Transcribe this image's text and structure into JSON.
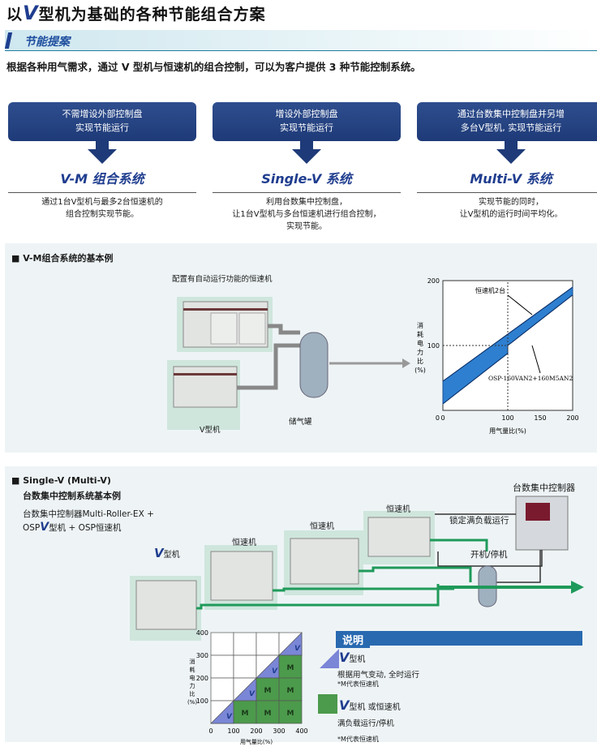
{
  "header": {
    "title_prefix": "以",
    "title_v": "V",
    "title_suffix": "型机为基础的各种节能组合方案",
    "section": "节能提案",
    "intro": "根据各种用气需求，通过 V 型机与恒速机的组合控制，可以为客户提供 3 种节能控制系统。"
  },
  "systems": [
    {
      "tile": "不需增设外部控制盘\n实现节能运行",
      "name": "V-M 组合系统",
      "desc": "通过1台V型机与最多2台恒速机的\n组合控制实现节能。"
    },
    {
      "tile": "增设外部控制盘\n实现节能运行",
      "name": "Single-V 系统",
      "desc": "利用台数集中控制盘，\n让1台V型机与多台恒速机进行组合控制，\n实现节能。"
    },
    {
      "tile": "通过台数集中控制盘并另增\n多台V型机, 实现节能运行",
      "name": "Multi-V 系统",
      "desc": "实现节能的同时，\n让V型机的运行时间平均化。"
    }
  ],
  "vm_example": {
    "heading": "■ V-M组合系统的基本例",
    "fixed_label": "配置有自动运行功能的恒速机",
    "v_label": "V型机",
    "tank_label": "储气罐"
  },
  "chart_data": [
    {
      "type": "area",
      "title": "",
      "xlabel": "用气量比(%)",
      "ylabel": "消耗电力比(%)",
      "xlim": [
        0,
        200
      ],
      "ylim": [
        0,
        200
      ],
      "xticks": [
        "0",
        "100",
        "150",
        "200"
      ],
      "yticks": [
        "100",
        "200"
      ],
      "series": [
        {
          "name": "恒速机2台",
          "x": [
            0,
            200
          ],
          "y": [
            45,
            190
          ]
        },
        {
          "name": "OSP-160VAN2+160M5AN2",
          "x": [
            0,
            100,
            100,
            200
          ],
          "y": [
            10,
            88,
            100,
            178
          ]
        }
      ],
      "annotations": [
        "恒速机2台",
        "OSP-160VAN2+160M5AN2"
      ]
    },
    {
      "type": "heatmap",
      "xlabel": "用气量比(%)",
      "ylabel": "消耗电力比(%)",
      "xticks": [
        "0",
        "100",
        "200",
        "300",
        "400"
      ],
      "yticks": [
        "100",
        "200",
        "300",
        "400"
      ],
      "cells": [
        [
          "",
          "",
          "",
          "V"
        ],
        [
          "",
          "",
          "V",
          "M"
        ],
        [
          "",
          "V",
          "M",
          "M"
        ],
        [
          "V",
          "M",
          "M",
          "M"
        ]
      ]
    }
  ],
  "sv_example": {
    "heading1": "■ Single-V (Multi-V)",
    "heading2": "台数集中控制系统基本例",
    "desc1": "台数集中控制器Multi-Roller-EX +",
    "desc2a": "OSP",
    "desc2v": "V",
    "desc2b": "型机 + OSP恒速机",
    "controller": "台数集中控制器",
    "fixed1": "恒速机",
    "fixed2": "恒速机",
    "fixed3": "恒速机",
    "v_mark": "V",
    "v_text": "型机",
    "full_load": "锁定满负载运行",
    "start_stop": "开机/停机"
  },
  "legend": {
    "title": "说明",
    "v1": "V",
    "v1_text": "型机",
    "v1_desc": "根据用气变动, 全时运行",
    "v1_note": "*M代表恒速机",
    "v2": "V",
    "v2_text": "型机 或恒速机",
    "v2_desc": "满负载运行/停机",
    "v2_note": "*M代表恒速机"
  },
  "colors": {
    "navy": "#1e3a78",
    "accent_blue": "#1f3d8f",
    "pipe_green": "#1f9a5a",
    "fill_blue": "#2e7fd0"
  }
}
